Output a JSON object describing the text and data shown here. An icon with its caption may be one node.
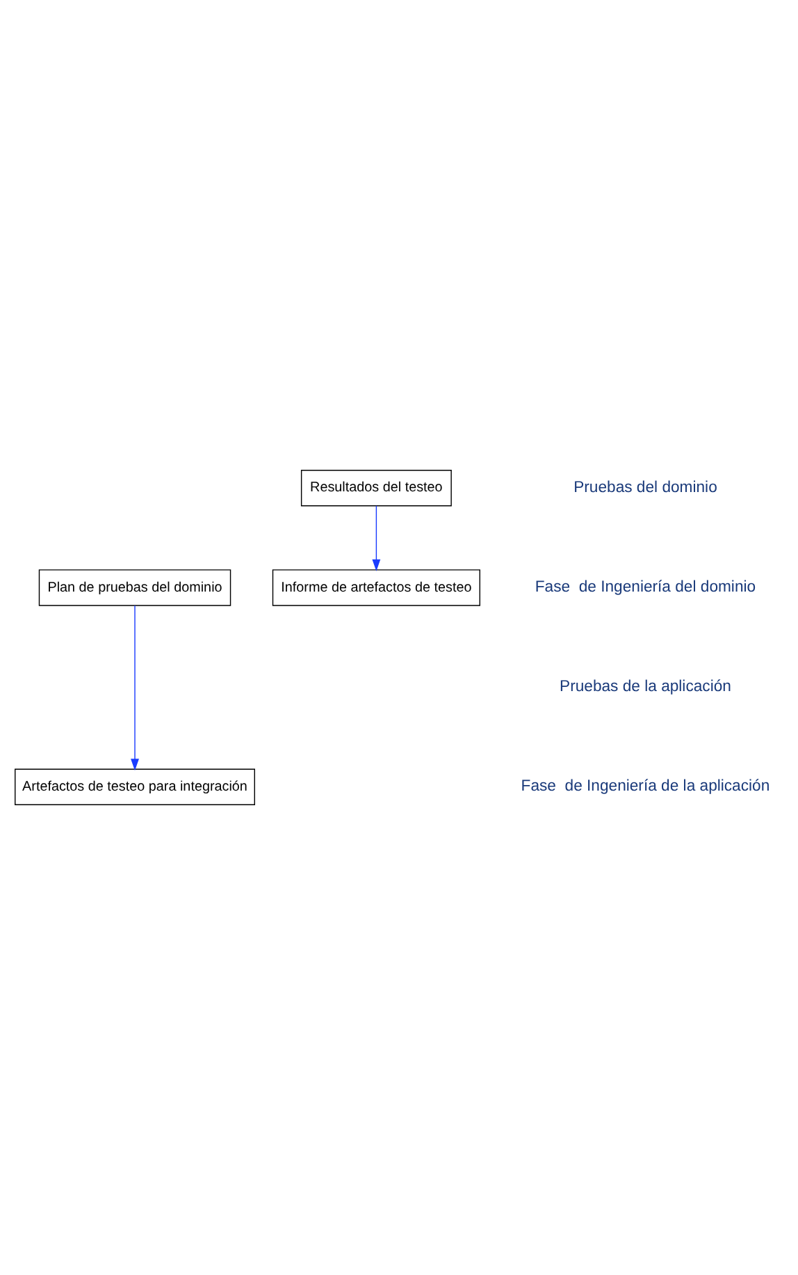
{
  "diagram": {
    "nodes": [
      {
        "text": [
          "Plan de pruebas del dominio"
        ]
      },
      {
        "text": [
          "Resultados del testeo"
        ]
      },
      {
        "text": [
          "Artefactos de testeo para integración"
        ]
      },
      {
        "text": [
          "Informe de artefactos de testeo"
        ]
      }
    ],
    "edges": [
      {
        "from": 0,
        "to": 2,
        "arrow": "to",
        "color": "#1a3cff"
      },
      {
        "from": 1,
        "to": 3,
        "arrow": "to",
        "color": "#1a3cff"
      }
    ],
    "labels": [
      "Pruebas del dominio",
      "Fase  de Ingeniería del dominio",
      "Pruebas de la aplicación",
      "Fase  de Ingeniería de la aplicación"
    ]
  }
}
